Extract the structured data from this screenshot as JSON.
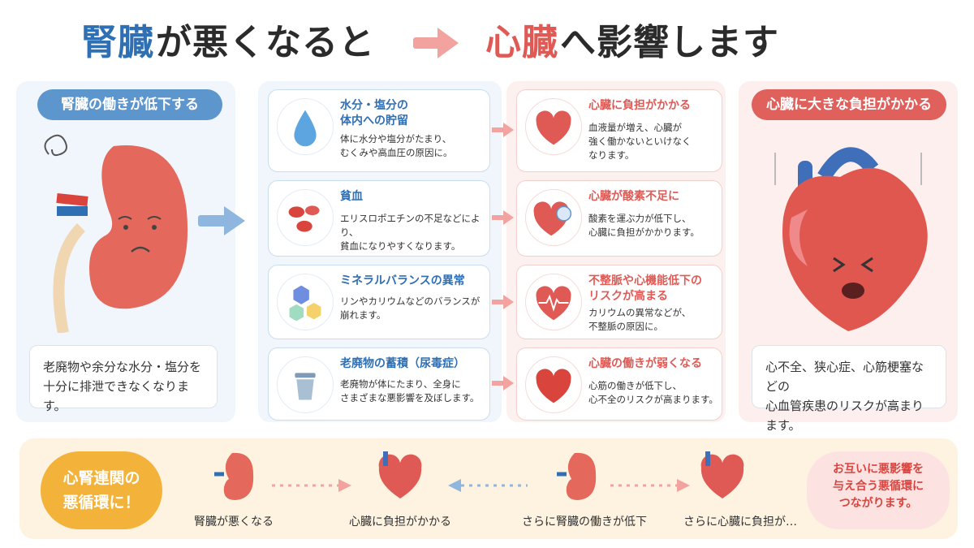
{
  "title": {
    "kidney": "腎臓",
    "part1": "が悪くなると",
    "heart": "心臓",
    "part2": "へ影響します"
  },
  "left": {
    "header": "腎臓の働きが低下する",
    "bubble_line1": "老廃物や余分な水分・塩分を",
    "bubble_line2": "十分に排泄できなくなります。"
  },
  "causes": [
    {
      "title1": "水分・塩分の",
      "title2": "体内への貯留",
      "text1": "体に水分や塩分がたまり、",
      "text2": "むくみや高血圧の原因に。",
      "icon": "water-drop-icon"
    },
    {
      "title1": "貧血",
      "title2": "",
      "text1": "エリスロポエチンの不足などにより、",
      "text2": "貧血になりやすくなります。",
      "icon": "red-blood-cells-icon"
    },
    {
      "title1": "ミネラルバランスの異常",
      "title2": "",
      "text1": "リンやカリウムなどのバランスが",
      "text2": "崩れます。",
      "icon": "mineral-hexagons-icon"
    },
    {
      "title1": "老廃物の蓄積（尿毒症）",
      "title2": "",
      "text1": "老廃物が体にたまり、全身に",
      "text2": "さまざまな悪影響を及ぼします。",
      "icon": "trash-can-icon"
    }
  ],
  "effects": [
    {
      "title1": "心臓に負担がかかる",
      "title2": "",
      "text1": "血液量が増え、心臓が",
      "text2": "強く働かないといけなく",
      "text3": "なります。",
      "icon": "tired-heart-icon"
    },
    {
      "title1": "心臓が酸素不足に",
      "title2": "",
      "text1": "酸素を運ぶ力が低下し、",
      "text2": "心臓に負担がかかります。",
      "text3": "",
      "icon": "oxygen-heart-icon"
    },
    {
      "title1": "不整脈や心機能低下の",
      "title2": "リスクが高まる",
      "text1": "カリウムの異常などが、",
      "text2": "不整脈の原因に。",
      "text3": "",
      "icon": "ecg-heart-icon"
    },
    {
      "title1": "心臓の働きが弱くなる",
      "title2": "",
      "text1": "心筋の働きが低下し、",
      "text2": "心不全のリスクが高まります。",
      "text3": "",
      "icon": "weak-heart-icon"
    }
  ],
  "right": {
    "header": "心臓に大きな負担がかかる",
    "bubble_line1": "心不全、狭心症、心筋梗塞などの",
    "bubble_line2": "心血管疾患のリスクが高まります。"
  },
  "cycle": {
    "badge_line1": "心腎連関の",
    "badge_line2": "悪循環に！",
    "steps": [
      "腎臓が悪くなる",
      "心臓に負担がかかる",
      "さらに腎臓の働きが低下",
      "さらに心臓に負担が…"
    ],
    "note_line1": "お互いに悪影響を",
    "note_line2": "与え合う悪循環に",
    "note_line3": "つながります。"
  },
  "colors": {
    "kidney_blue": "#2f6fb4",
    "heart_red": "#e05a55",
    "badge_orange": "#f3b23a"
  }
}
